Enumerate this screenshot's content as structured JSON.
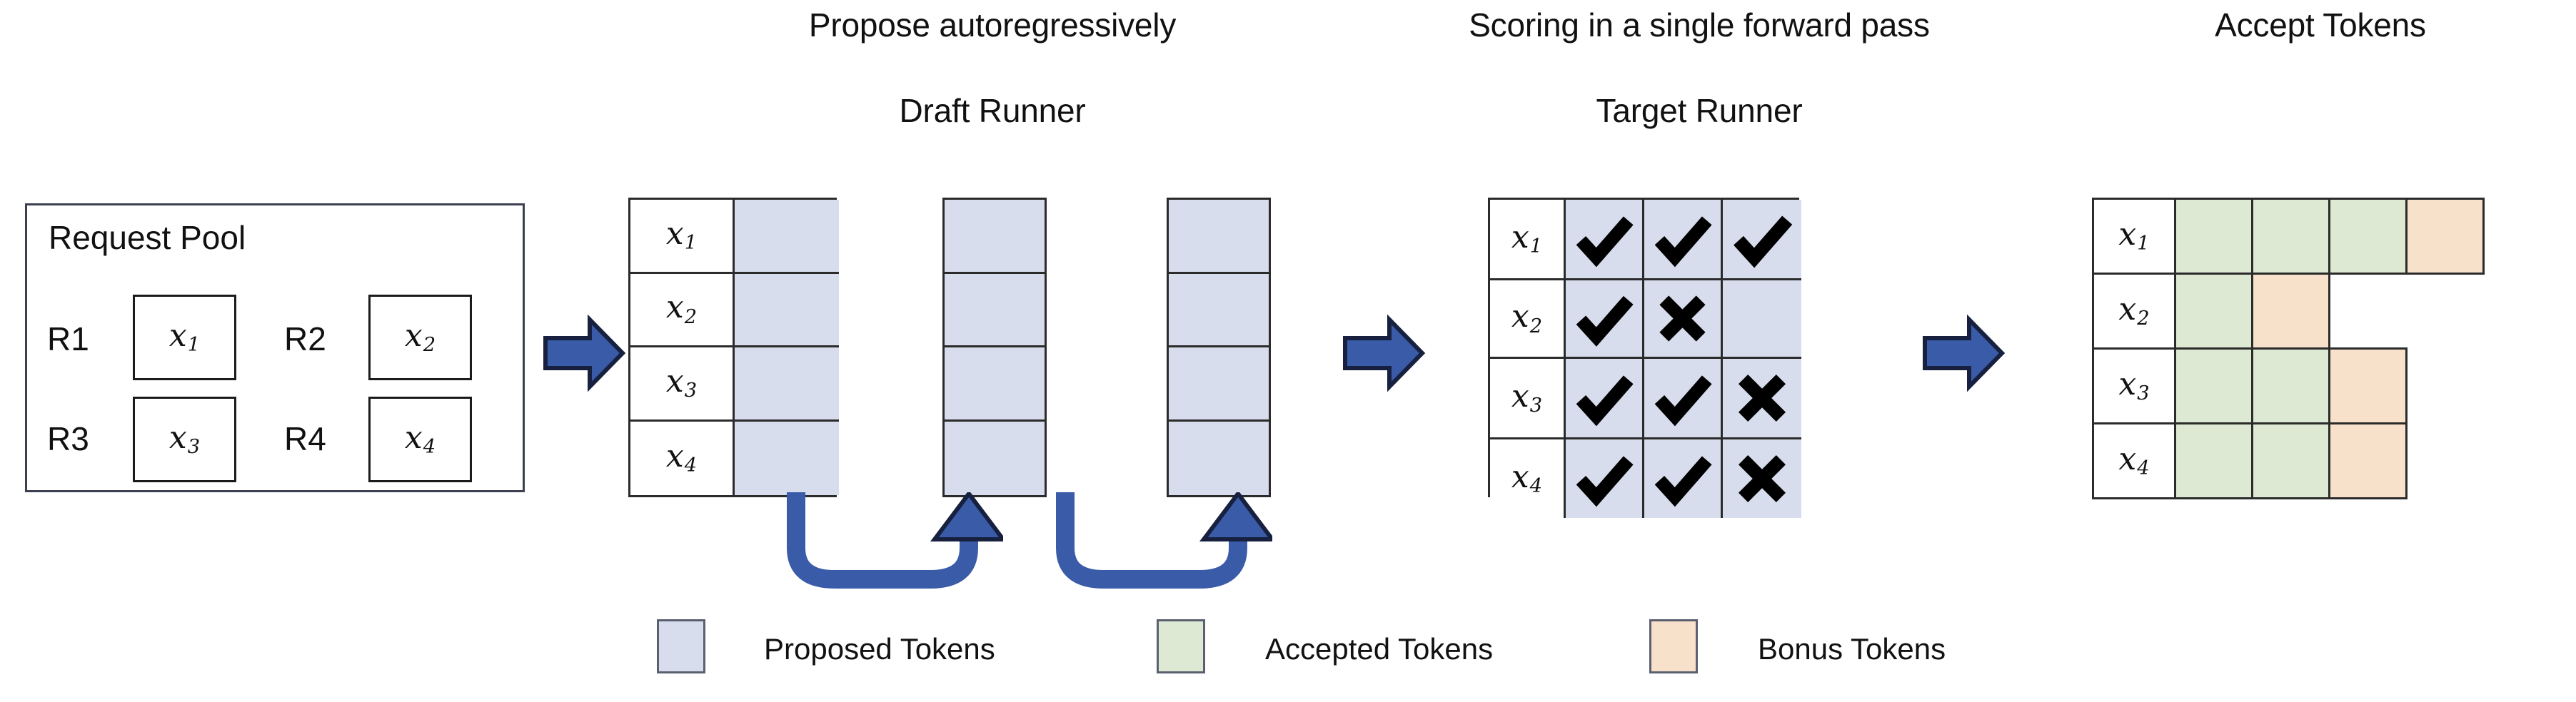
{
  "headings": {
    "propose": "Propose autoregressively",
    "draft_runner": "Draft Runner",
    "scoring": "Scoring in a single forward pass",
    "target_runner": "Target Runner",
    "accept_tokens": "Accept Tokens"
  },
  "request_pool": {
    "title": "Request Pool",
    "requests": [
      {
        "label": "R1",
        "token": "x",
        "sub": "1"
      },
      {
        "label": "R2",
        "token": "x",
        "sub": "2"
      },
      {
        "label": "R3",
        "token": "x",
        "sub": "3"
      },
      {
        "label": "R4",
        "token": "x",
        "sub": "4"
      }
    ]
  },
  "row_labels": [
    {
      "token": "x",
      "sub": "1"
    },
    {
      "token": "x",
      "sub": "2"
    },
    {
      "token": "x",
      "sub": "3"
    },
    {
      "token": "x",
      "sub": "4"
    }
  ],
  "draft_runner": {
    "step_count": 3,
    "row_count": 4,
    "steps": [
      {
        "cells": [
          "proposed",
          "proposed",
          "proposed",
          "proposed"
        ]
      },
      {
        "cells": [
          "proposed",
          "proposed",
          "proposed",
          "proposed"
        ]
      },
      {
        "cells": [
          "proposed",
          "proposed",
          "proposed",
          "proposed"
        ]
      }
    ],
    "loop_arrow_count": 2
  },
  "target_runner": {
    "columns": 3,
    "rows": [
      {
        "label_token": "x",
        "label_sub": "1",
        "marks": [
          "check",
          "check",
          "check"
        ]
      },
      {
        "label_token": "x",
        "label_sub": "2",
        "marks": [
          "check",
          "cross",
          "none"
        ]
      },
      {
        "label_token": "x",
        "label_sub": "3",
        "marks": [
          "check",
          "check",
          "cross"
        ]
      },
      {
        "label_token": "x",
        "label_sub": "4",
        "marks": [
          "check",
          "check",
          "cross"
        ]
      }
    ]
  },
  "accept_tokens": {
    "rows": [
      {
        "label_token": "x",
        "label_sub": "1",
        "cells": [
          "accepted",
          "accepted",
          "accepted",
          "bonus"
        ]
      },
      {
        "label_token": "x",
        "label_sub": "2",
        "cells": [
          "accepted",
          "bonus"
        ]
      },
      {
        "label_token": "x",
        "label_sub": "3",
        "cells": [
          "accepted",
          "accepted",
          "bonus"
        ]
      },
      {
        "label_token": "x",
        "label_sub": "4",
        "cells": [
          "accepted",
          "accepted",
          "bonus"
        ]
      }
    ]
  },
  "legend": [
    {
      "label": "Proposed Tokens",
      "color": "#d7dded"
    },
    {
      "label": "Accepted Tokens",
      "color": "#dde9d2"
    },
    {
      "label": "Bonus Tokens",
      "color": "#f8e1cb"
    }
  ],
  "colors": {
    "proposed": "#d7dded",
    "accepted": "#dde9d2",
    "bonus": "#f8e1cb",
    "arrow_blue": "#3a5ba8",
    "arrow_outline": "#17213f",
    "stroke": "#2b2b2b"
  },
  "stage_arrow_count": 3
}
